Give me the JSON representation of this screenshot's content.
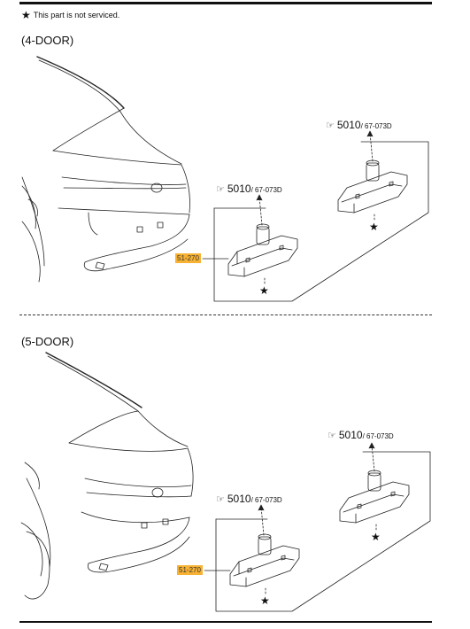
{
  "note": {
    "star": "★",
    "text": "This part is not serviced."
  },
  "sections": [
    {
      "title": "(4-DOOR)",
      "refs": [
        {
          "main": "5010",
          "sub": "/ 67-073D"
        },
        {
          "main": "5010",
          "sub": "/ 67-073D"
        }
      ],
      "callout": "51-270",
      "star": "★"
    },
    {
      "title": "(5-DOOR)",
      "refs": [
        {
          "main": "5010",
          "sub": "/ 67-073D"
        },
        {
          "main": "5010",
          "sub": "/ 67-073D"
        }
      ],
      "callout": "51-270",
      "star": "★"
    }
  ],
  "icons": {
    "reference": "pointing-hand-icon",
    "marker": "star-icon"
  },
  "colors": {
    "callout_bg": "#f7b234",
    "line": "#222222"
  }
}
